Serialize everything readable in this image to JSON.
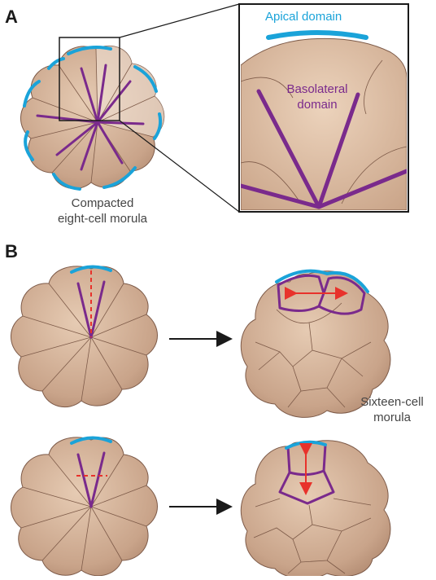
{
  "panels": {
    "a": {
      "letter": "A",
      "caption_line1": "Compacted",
      "caption_line2": "eight-cell morula",
      "inset_apical_label": "Apical domain",
      "inset_basolateral_line1": "Basolateral",
      "inset_basolateral_line2": "domain"
    },
    "b": {
      "letter": "B",
      "result_label_line1": "Sixteen-cell",
      "result_label_line2": "morula"
    }
  },
  "colors": {
    "cell_fill": "#c9a48a",
    "cell_outline": "#7d5a48",
    "apical": "#1aa3d9",
    "basolateral": "#7a2a8c",
    "division_axis": "#e8322b",
    "arrow": "#1a1a1a"
  }
}
